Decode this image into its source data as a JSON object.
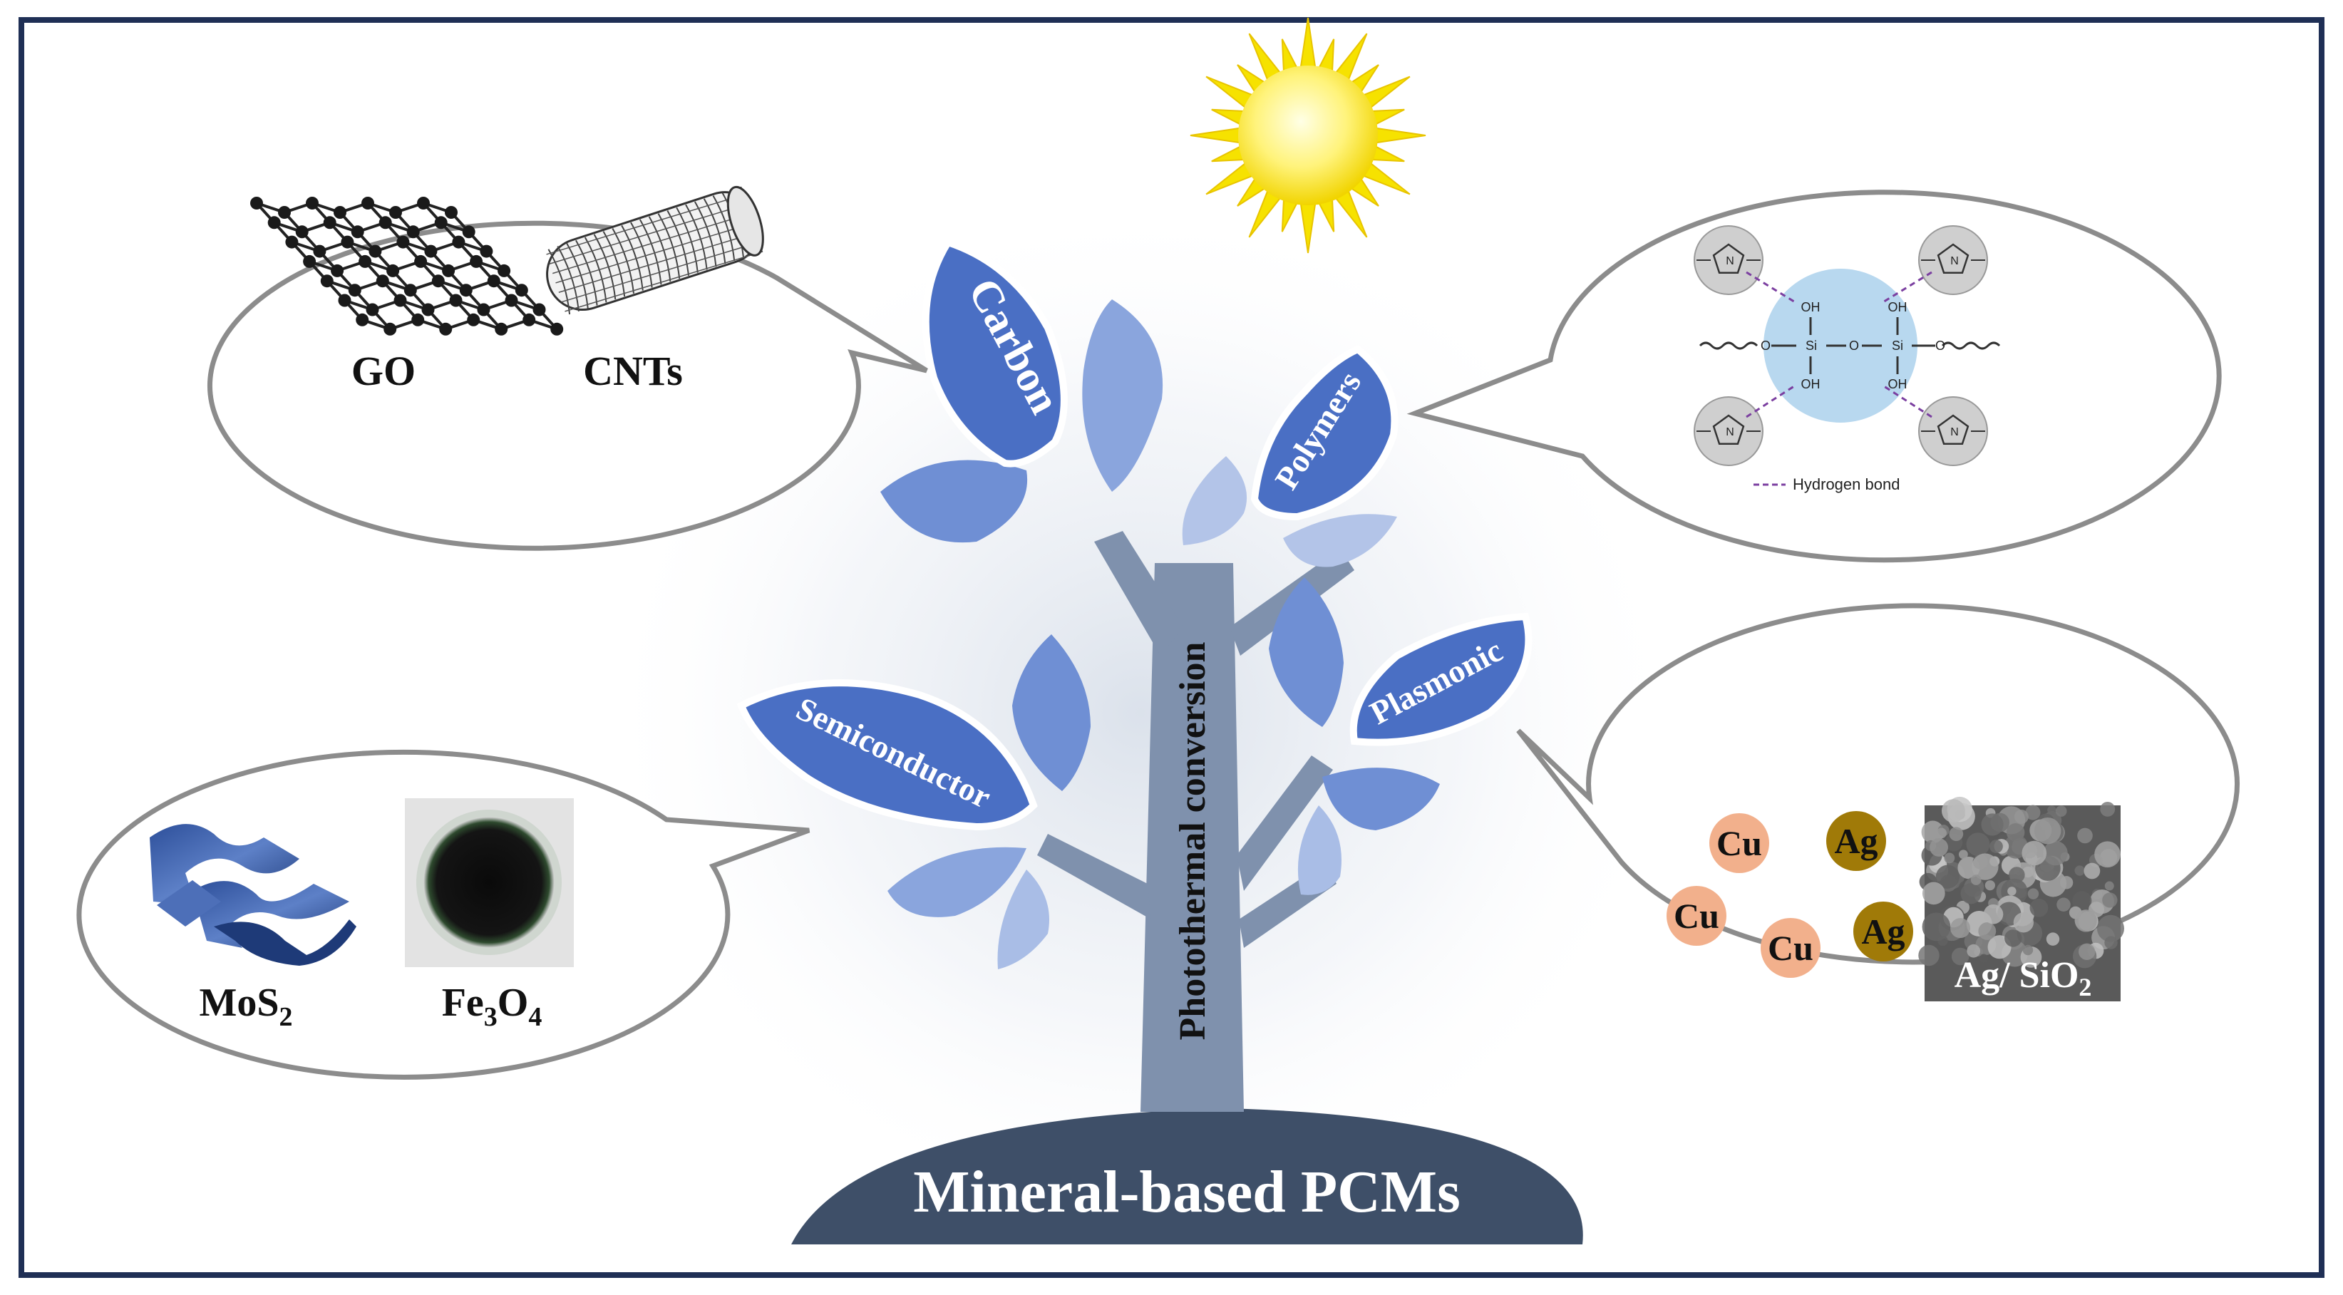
{
  "base_label": "Mineral-based PCMs",
  "trunk_label": "Photothermal conversion",
  "branches": {
    "carbon": "Carbon",
    "polymers": "Polymers",
    "semiconductor": "Semiconductor",
    "plasmonic": "Plasmonic"
  },
  "carbon_bubble": {
    "item1_label": "GO",
    "item2_label": "CNTs"
  },
  "polymer_bubble": {
    "legend": "Hydrogen bond",
    "atoms": {
      "si": "Si",
      "o": "O",
      "oh": "OH",
      "n": "N"
    }
  },
  "semiconductor_bubble": {
    "item1": {
      "base": "MoS",
      "sub": "2"
    },
    "item2": {
      "p1": "Fe",
      "s1": "3",
      "p2": "O",
      "s2": "4"
    }
  },
  "plasmonic_bubble": {
    "particles": {
      "cu": "Cu",
      "ag": "Ag"
    },
    "image_label": {
      "base": "Ag/ SiO",
      "sub": "2"
    }
  },
  "colors": {
    "frame": "#1f2f55",
    "leaf_dark": "#4a6fc4",
    "leaf_mid": "#6f8fd4",
    "leaf_light": "#a9bde6",
    "trunk": "#7f91ad",
    "ground": "#3e4f68",
    "cu": "#f2b08c",
    "ag": "#a07a08",
    "silica": "#b8d8ef",
    "sun": "#f6e200"
  }
}
